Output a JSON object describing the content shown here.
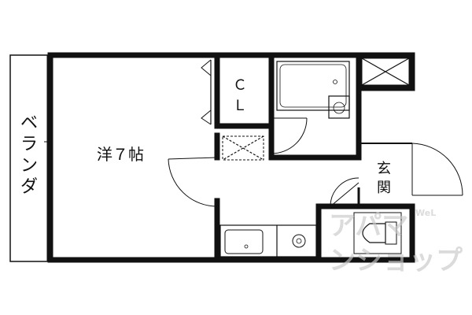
{
  "rooms": {
    "veranda": "ベランダ",
    "western_room": "洋７帖",
    "closet": "ＣＬ",
    "entrance": "玄関"
  },
  "watermark": {
    "main": "アパマンショップ",
    "sub": "WeL"
  },
  "fixtures": [
    "bathtub",
    "washbasin",
    "washing-machine-space",
    "storage",
    "kitchen-sink",
    "stove",
    "toilet"
  ]
}
